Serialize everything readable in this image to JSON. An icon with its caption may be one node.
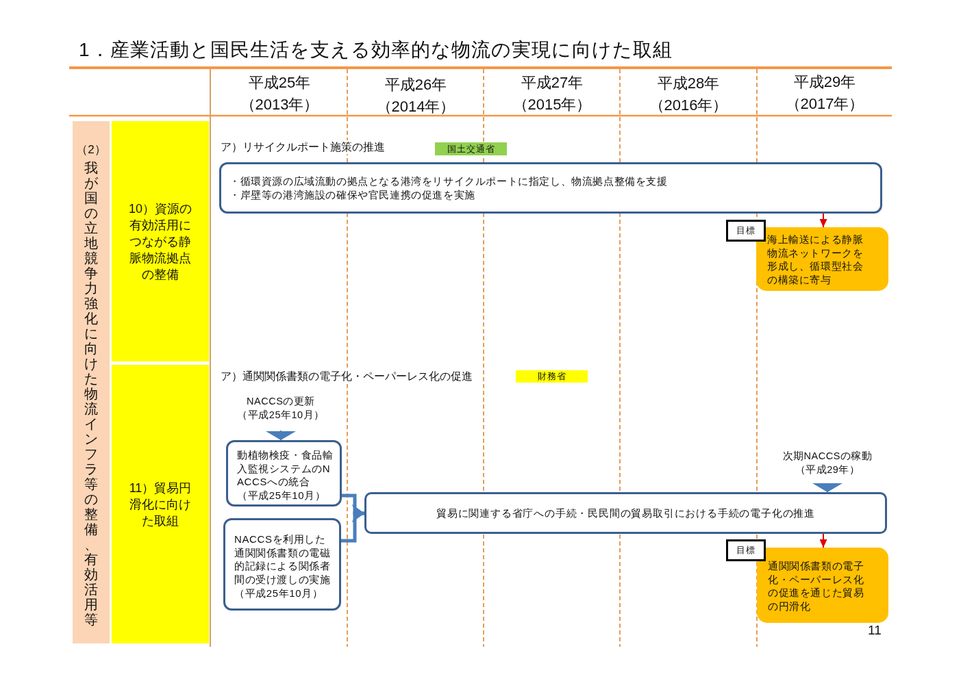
{
  "diagram": {
    "title": "1．産業活動と国民生活を支える効率的な物流の実現に向けた取組",
    "nodes": [
      {
        "text": [
          "（2）",
          "我が国の立地競争力強化に向けた物流インフラ等の整備、有効活用等"
        ]
      },
      {
        "text": [
          "10）資源の有効活用につながる静脈物流拠点の整備"
        ]
      },
      {
        "text": [
          "国土交通省"
        ]
      },
      {
        "text": [
          "・循環資源の広域流動の拠点となる港湾をリサイクルポートに指定し、物流拠点整備を支援",
          "・岸壁等の港湾施設の確保や官民連携の促進を実施"
        ]
      },
      {
        "text": [
          "目標"
        ]
      },
      {
        "text": [
          "海上輸送による静脈物流ネットワークを形成し、循環型社会の構築に寄与"
        ]
      },
      {
        "text": [
          "11）貿易円滑化に向けた取組"
        ]
      },
      {
        "text": [
          "財務省"
        ]
      },
      {
        "text": [
          "NACCSの更新",
          "（平成25年10月）"
        ]
      },
      {
        "text": [
          "動植物検疫・食品輸入監視システムのNACCSへの統合",
          "（平成25年10月）"
        ]
      },
      {
        "text": [
          "次期NACCSの稼動",
          "（平成29年）"
        ]
      },
      {
        "text": [
          "貿易に関連する省庁への手続・民民間の貿易取引における手続の電子化の推進"
        ]
      },
      {
        "text": [
          "NACCSを利用した通関関係書類の電磁的記録による関係者間の受け渡しの実施（平成25年10月）"
        ]
      },
      {
        "text": [
          "目標"
        ]
      },
      {
        "text": [
          "通関関係書類の電子化・ペーパーレス化の促進を通じた貿易の円滑化"
        ]
      }
    ],
    "edges": [
      {
        "from": 3,
        "to": 5,
        "arrow": "to",
        "color": "#e00000"
      },
      {
        "from": 8,
        "to": 9,
        "arrow": "to"
      },
      {
        "from": 9,
        "to": 11,
        "arrow": "to",
        "style": "thick"
      },
      {
        "from": 12,
        "to": 11,
        "arrow": "to",
        "style": "thick"
      },
      {
        "from": 10,
        "to": 11,
        "arrow": "to"
      },
      {
        "from": 11,
        "to": 14,
        "arrow": "to",
        "color": "#e00000"
      }
    ],
    "labels": [
      "平成25年",
      "（2013年）",
      "平成26年",
      "（2014年）",
      "平成27年",
      "（2015年）",
      "平成28年",
      "（2016年）",
      "平成29年",
      "（2017年）",
      "ア）リサイクルポート施策の推進",
      "ア）通関関係書類の電子化・ペーパーレス化の促進",
      "11"
    ]
  }
}
